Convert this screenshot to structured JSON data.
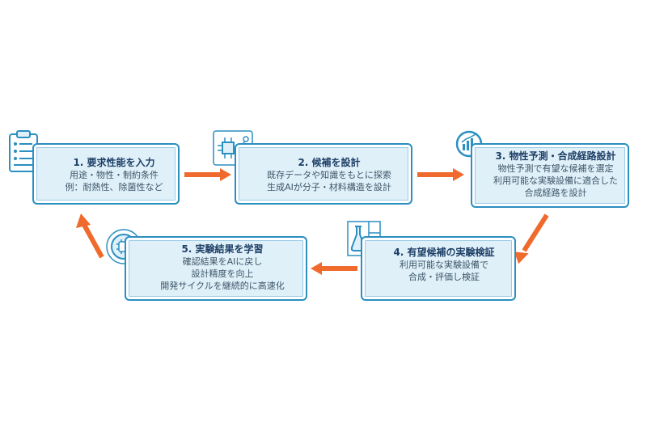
{
  "steps": [
    {
      "title": "1. 要求性能を入力",
      "lines": [
        "用途・物性・制約条件",
        "例：耐熱性、除菌性など"
      ],
      "icon": "clipboard-icon"
    },
    {
      "title": "2. 候補を設計",
      "lines": [
        "既存データや知識をもとに探索",
        "生成AIが分子・材料構造を設計"
      ],
      "icon": "circuit-chip-icon"
    },
    {
      "title": "3. 物性予測・合成経路設計",
      "lines": [
        "物性予測で有望な候補を選定",
        "利用可能な実験設備に適合した",
        "合成経路を設計"
      ],
      "icon": "magnifier-chart-icon"
    },
    {
      "title": "4. 有望候補の実験検証",
      "lines": [
        "利用可能な実験設備で",
        "合成・評価し検証"
      ],
      "icon": "flask-icon"
    },
    {
      "title": "5. 実験結果を学習",
      "lines": [
        "確認結果をAIに戻し",
        "設計精度を向上",
        "開発サイクルを継続的に高速化"
      ],
      "icon": "brain-chip-icon"
    }
  ],
  "colors": {
    "box_fill": "#dff0f9",
    "box_border": "#2a8fc1",
    "arrow": "#ef6a2c",
    "title": "#1e3f66"
  }
}
